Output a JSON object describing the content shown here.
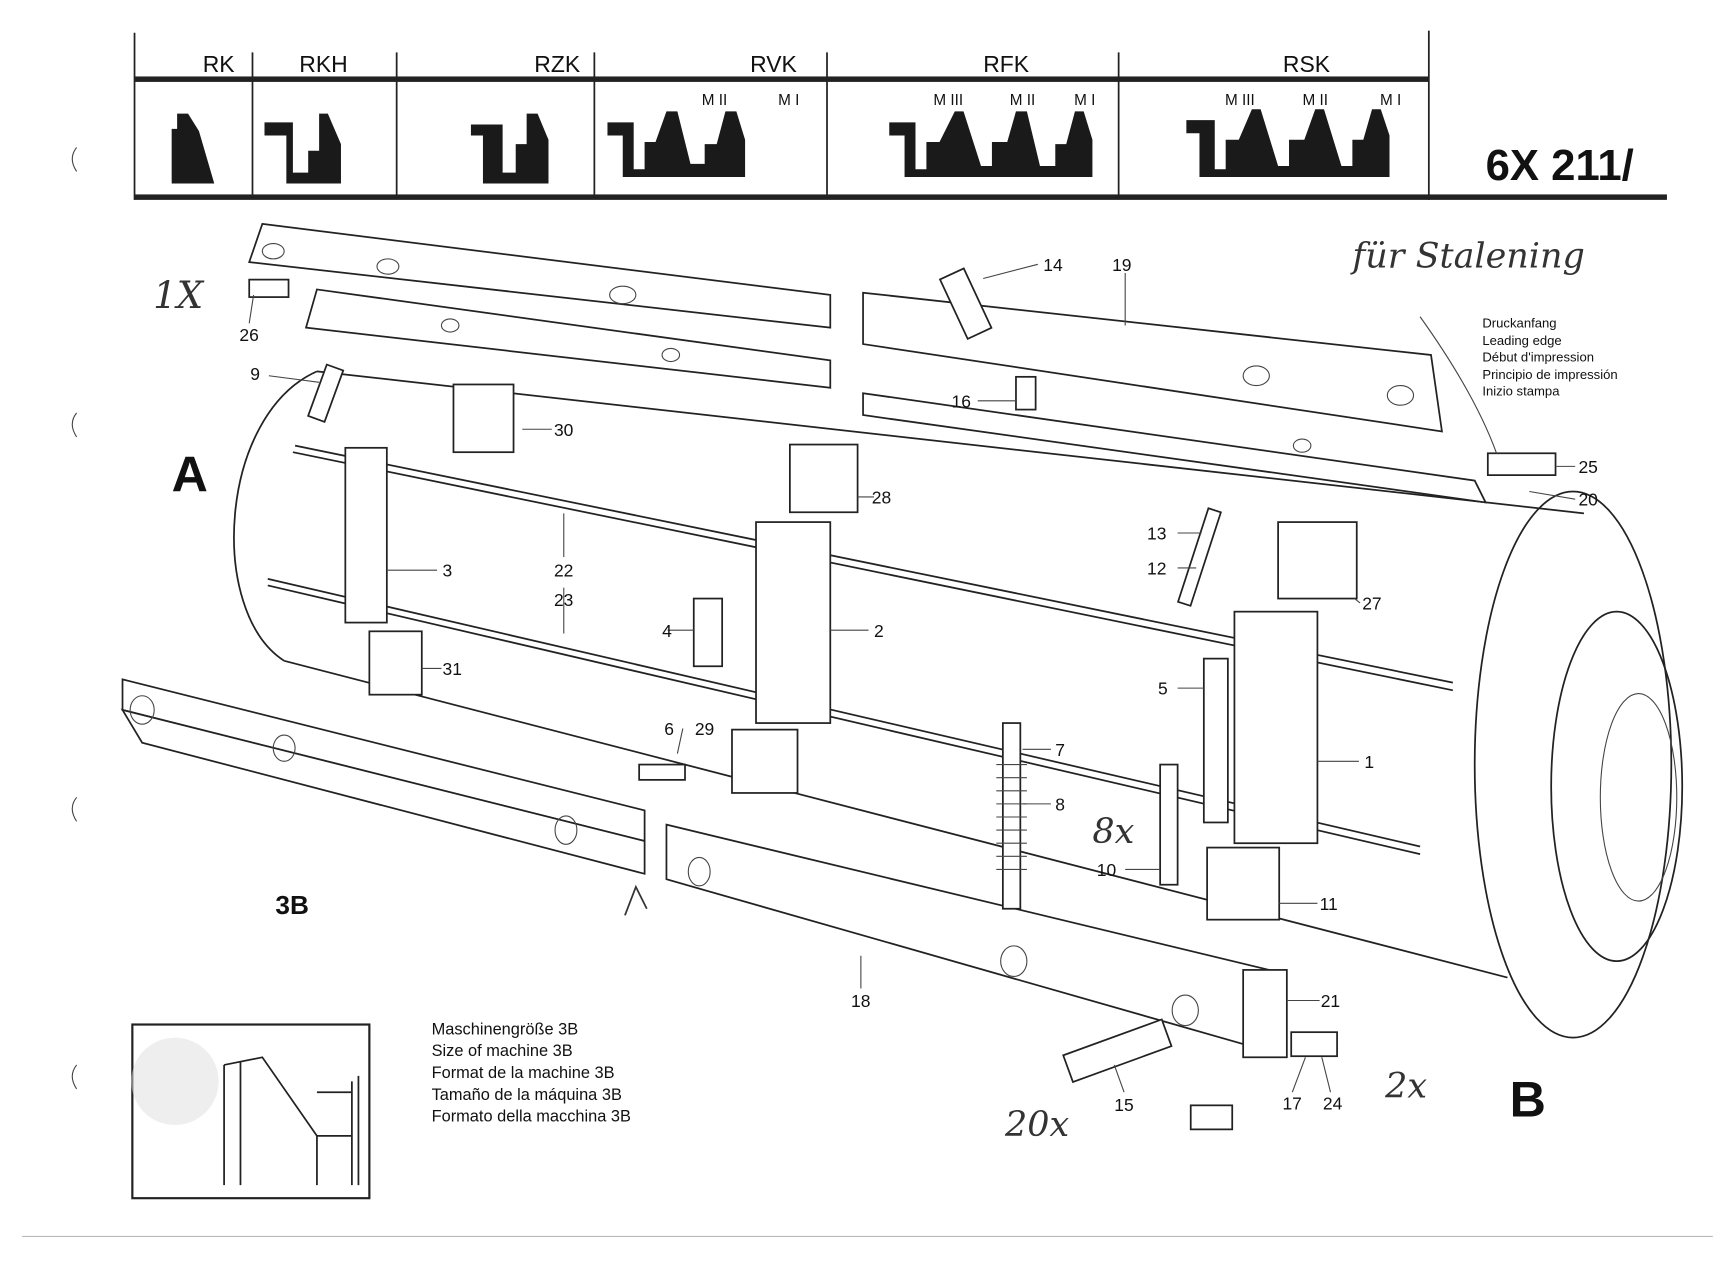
{
  "header": {
    "columns": [
      {
        "label": "RK",
        "sub": []
      },
      {
        "label": "RKH",
        "sub": []
      },
      {
        "label": "RZK",
        "sub": []
      },
      {
        "label": "RVK",
        "sub": [
          "M II",
          "M I"
        ]
      },
      {
        "label": "RFK",
        "sub": [
          "M III",
          "M II",
          "M I"
        ]
      },
      {
        "label": "RSK",
        "sub": [
          "M III",
          "M II",
          "M I"
        ]
      }
    ],
    "part_number": "6X 211/"
  },
  "views": {
    "a": "A",
    "b": "B",
    "machine": "3B"
  },
  "leading_edge": [
    "Druckanfang",
    "Leading edge",
    "Début d'impression",
    "Principio de impressión",
    "Inizio stampa"
  ],
  "caption": [
    "Maschinengröße 3B",
    "Size of machine 3B",
    "Format de la machine 3B",
    "Tamaño de la máquina 3B",
    "Formato della macchina 3B"
  ],
  "parts": {
    "p1": "1",
    "p2": "2",
    "p3": "3",
    "p4": "4",
    "p5": "5",
    "p6": "6",
    "p7": "7",
    "p8": "8",
    "p9": "9",
    "p10": "10",
    "p11": "11",
    "p12": "12",
    "p13": "13",
    "p14": "14",
    "p15": "15",
    "p16": "16",
    "p17": "17",
    "p18": "18",
    "p19": "19",
    "p20": "20",
    "p21": "21",
    "p22": "22",
    "p23": "23",
    "p24": "24",
    "p25": "25",
    "p26": "26",
    "p27": "27",
    "p28": "28",
    "p29": "29",
    "p30": "30",
    "p31": "31"
  },
  "handwritten": {
    "title": "für Stalening",
    "q26": "1X",
    "q10": "8x",
    "q15": "20x",
    "q24": "2x"
  }
}
